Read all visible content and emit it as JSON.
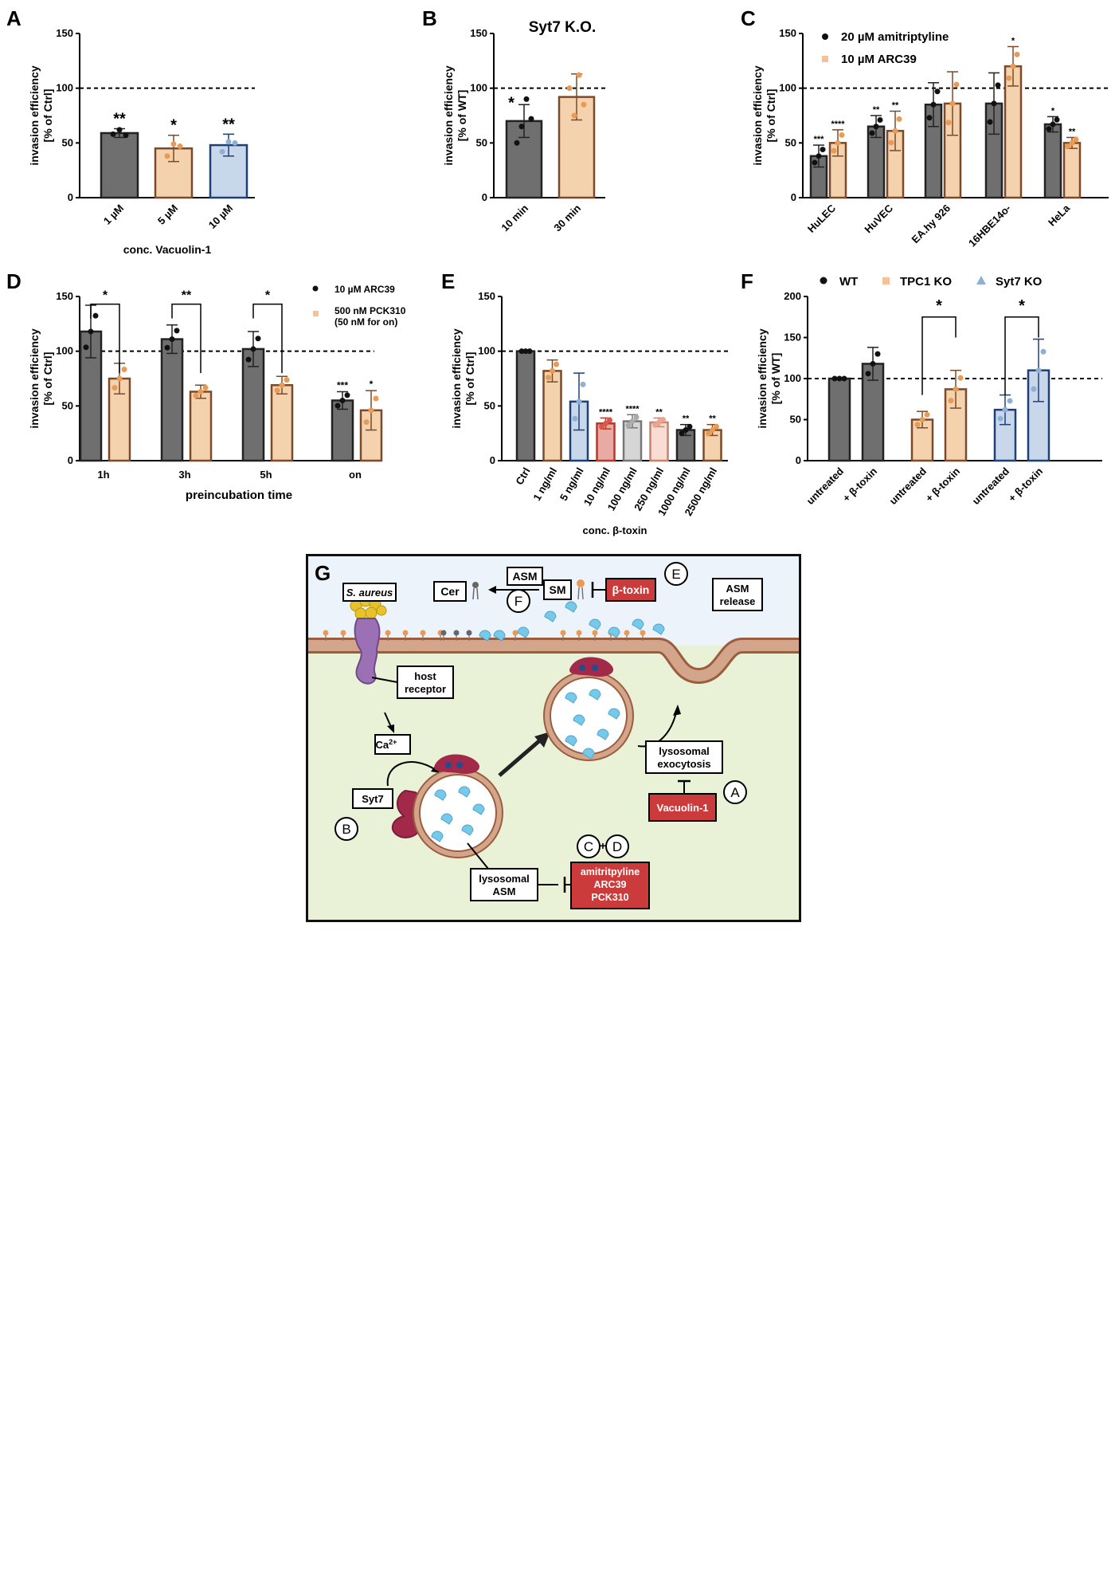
{
  "colors": {
    "dark": "#6f6f6f",
    "orange": "#f4d2ad",
    "orangeDot": "#e99a55",
    "blue": "#c9d7ea",
    "blueDot": "#8fb0d4",
    "blueEdge": "#1f3f77",
    "red": "#d98c86",
    "grey": "#cfcfcf",
    "pink": "#f7d2c8",
    "brownEdge": "#7a4a2a",
    "membrane": "#d3a58a",
    "membraneDark": "#9b5d3e",
    "extracell": "#edf3fa",
    "cytosol": "#e9f2d6",
    "inhibitorRed": "#cc3b3b",
    "asmCyan": "#77c9ea",
    "syt7": "#a3294a",
    "staph": "#e8c22a",
    "receptor": "#9b70b4"
  },
  "chart_data": [
    {
      "panel": "A",
      "type": "bar",
      "ylabel": "invasion efficiency\n[% of Ctrl]",
      "xlabel": "conc. Vacuolin-1",
      "ylim": [
        0,
        150
      ],
      "yticks": [
        0,
        50,
        100,
        150
      ],
      "refline": 100,
      "categories": [
        "1 µM",
        "5 µM",
        "10 µM"
      ],
      "values": [
        59,
        45,
        48
      ],
      "errors": [
        4,
        12,
        10
      ],
      "colors": [
        "dark",
        "orange",
        "blue"
      ],
      "points": [
        [
          58,
          62,
          57
        ],
        [
          38,
          49,
          47
        ],
        [
          42,
          51,
          50
        ]
      ],
      "annotations": [
        "**",
        "*",
        "**"
      ]
    },
    {
      "panel": "B",
      "type": "bar",
      "title": "Syt7 K.O.",
      "ylabel": "invasion efficiency\n[% of WT]",
      "xlabel": "",
      "ylim": [
        0,
        150
      ],
      "yticks": [
        0,
        50,
        100,
        150
      ],
      "refline": 100,
      "categories": [
        "10 min",
        "30 min"
      ],
      "values": [
        70,
        92
      ],
      "errors": [
        15,
        21
      ],
      "colors": [
        "dark",
        "orange"
      ],
      "points": [
        [
          50,
          65,
          90,
          72
        ],
        [
          100,
          75,
          112,
          85
        ]
      ],
      "annotations": [
        "*",
        ""
      ]
    },
    {
      "panel": "C",
      "type": "bar",
      "ylabel": "invasion efficiency\n[% of Ctrl]",
      "xlabel": "",
      "ylim": [
        0,
        150
      ],
      "yticks": [
        0,
        50,
        100,
        150
      ],
      "refline": 100,
      "legend": [
        "20 µM amitriptyline",
        "10 µM ARC39"
      ],
      "groups": [
        "HuLEC",
        "HuVEC",
        "EA.hy 926",
        "16HBE14o-",
        "HeLa"
      ],
      "series": [
        {
          "name": "20 µM amitriptyline",
          "values": [
            38,
            65,
            85,
            86,
            67
          ],
          "errors": [
            10,
            10,
            20,
            28,
            7
          ],
          "color": "dark",
          "annotations": [
            "***",
            "**",
            "",
            "",
            "*"
          ]
        },
        {
          "name": "10 µM ARC39",
          "values": [
            50,
            61,
            86,
            120,
            50
          ],
          "errors": [
            12,
            18,
            29,
            18,
            5
          ],
          "color": "orange",
          "annotations": [
            "****",
            "**",
            "",
            "*",
            "**"
          ]
        }
      ]
    },
    {
      "panel": "D",
      "type": "bar",
      "ylabel": "invasion efficiency\n[% of Ctrl]",
      "xlabel": "preincubation time",
      "ylim": [
        0,
        150
      ],
      "yticks": [
        0,
        50,
        100,
        150
      ],
      "refline": 100,
      "legend": [
        "10 µM ARC39",
        "500 nM PCK310",
        "(50 nM for on)"
      ],
      "groups": [
        "1h",
        "3h",
        "5h",
        "on"
      ],
      "series": [
        {
          "name": "10 µM ARC39",
          "values": [
            118,
            111,
            102,
            55
          ],
          "errors": [
            24,
            13,
            16,
            8
          ],
          "color": "dark",
          "annotations": [
            "",
            "",
            "",
            "***"
          ]
        },
        {
          "name": "500 nM PCK310",
          "values": [
            75,
            63,
            69,
            46
          ],
          "errors": [
            14,
            6,
            8,
            18
          ],
          "color": "orange",
          "annotations": [
            "",
            "",
            "",
            "*"
          ]
        }
      ],
      "brackets": [
        "*",
        "**",
        "*"
      ]
    },
    {
      "panel": "E",
      "type": "bar",
      "ylabel": "invasion efficiency\n[% of Ctrl]",
      "xlabel": "conc. β-toxin",
      "ylim": [
        0,
        150
      ],
      "yticks": [
        0,
        50,
        100,
        150
      ],
      "refline": 100,
      "categories": [
        "Ctrl",
        "1 ng/ml",
        "5 ng/ml",
        "10 ng/ml",
        "100 ng/ml",
        "250 ng/ml",
        "1000 ng/ml",
        "2500 ng/ml"
      ],
      "values": [
        100,
        82,
        54,
        34,
        36,
        35,
        28,
        28
      ],
      "errors": [
        0,
        10,
        26,
        5,
        6,
        4,
        5,
        5
      ],
      "colors": [
        "dark",
        "orange",
        "blue",
        "red",
        "grey",
        "pink",
        "dark",
        "orange"
      ],
      "annotations": [
        "",
        "",
        "",
        "****",
        "****",
        "**",
        "**",
        "**"
      ]
    },
    {
      "panel": "F",
      "type": "bar",
      "ylabel": "invasion efficiency\n[% of WT]",
      "xlabel": "",
      "ylim": [
        0,
        200
      ],
      "yticks": [
        0,
        50,
        100,
        150,
        200
      ],
      "refline": 100,
      "legend": [
        "WT",
        "TPC1 KO",
        "Syt7 KO"
      ],
      "categories": [
        "untreated",
        "+ β-toxin",
        "untreated",
        "+ β-toxin",
        "untreated",
        "+ β-toxin"
      ],
      "values": [
        100,
        118,
        50,
        87,
        62,
        110
      ],
      "errors": [
        0,
        20,
        10,
        23,
        18,
        38
      ],
      "colors": [
        "dark",
        "dark",
        "orange",
        "orange",
        "blue",
        "blue"
      ],
      "brackets": [
        "*",
        "*"
      ]
    }
  ],
  "panel_labels": [
    "A",
    "B",
    "C",
    "D",
    "E",
    "F",
    "G"
  ],
  "schematic": {
    "label": "G",
    "s_aureus": "S. aureus",
    "cer": "Cer",
    "asm_top": "ASM",
    "sm": "SM",
    "beta_toxin": "β-toxin",
    "circle_e": "E",
    "circle_f": "F",
    "asm_release": "ASM\nrelease",
    "host_receptor": "host\nreceptor",
    "ca": "Ca",
    "ca_sup": "2+",
    "syt7": "Syt7",
    "circle_b": "B",
    "lysosomal_exocytosis": "lysosomal\nexocytosis",
    "vacuolin": "Vacuolin-1",
    "circle_a": "A",
    "circle_c": "C",
    "plus": "+",
    "circle_d": "D",
    "inhibitors": "amitritpyline\nARC39\nPCK310",
    "lysosomal_asm": "lysosomal\nASM"
  }
}
